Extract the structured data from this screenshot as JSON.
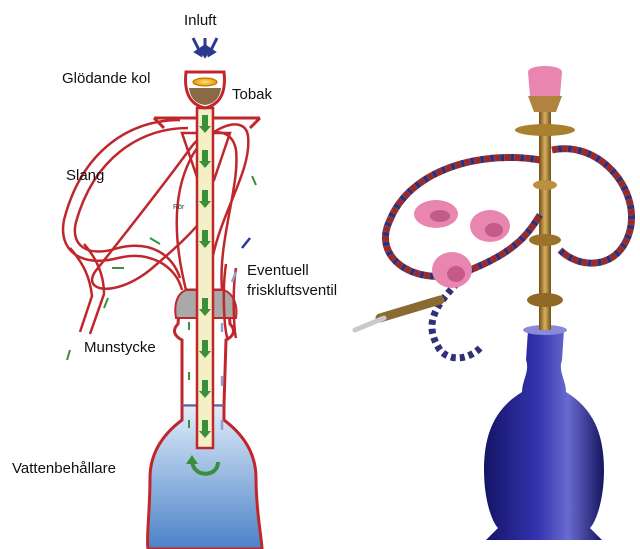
{
  "diagram": {
    "labels": {
      "inlet": "Inluft",
      "coal": "Glödande kol",
      "tobacco": "Tobak",
      "hose": "Slang",
      "pipe": "Rör",
      "valve_line1": "Eventuell",
      "valve_line2": "friskluftsventil",
      "mouthpiece": "Munstycke",
      "water": "Vattenbehållare"
    },
    "icons": {
      "inlet_arrows": "arrow-down-icon",
      "smoke_arrows": "arrow-icon",
      "bubble": "u-turn-arrow-icon"
    },
    "colors": {
      "outline": "#c0272d",
      "pipe_fill": "#f3efc6",
      "smoke_arrow": "#3a8f3a",
      "air_arrow": "#2b3a8f",
      "fresh_air_arrow": "#8fa0cf",
      "water_top": "#d9e9f8",
      "water_bottom": "#3d78c2",
      "base_grey": "#a8a8a8",
      "tobacco": "#8a6a44",
      "coal": "#f0a800"
    }
  },
  "photo": {
    "subject": "hookah-photo",
    "colors": {
      "vase": "#2a2a9a",
      "brass": "#b0862e",
      "hose_red": "#9a2a2a",
      "hose_blue": "#30307a",
      "tassel": "#e67fa8"
    }
  }
}
